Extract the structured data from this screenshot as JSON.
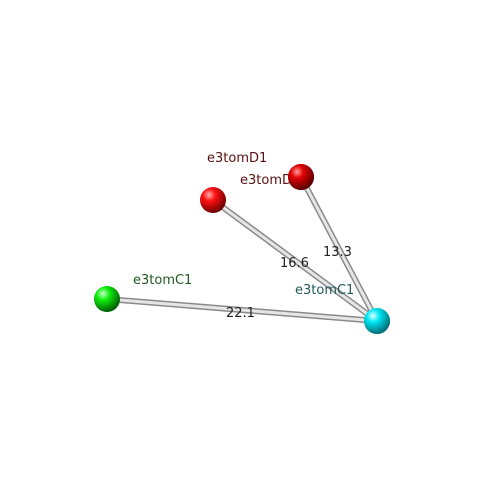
{
  "atoms": [
    {
      "id": "d1",
      "label": "e3tomD1",
      "color": "#ff0000",
      "label_color": "#5a1010"
    },
    {
      "id": "d2",
      "label": "e3tomD",
      "color": "#ee0000",
      "label_color": "#5a1010"
    },
    {
      "id": "c_green",
      "label": "e3tomC1",
      "color": "#00ee00",
      "label_color": "#1f5a1f"
    },
    {
      "id": "c_cyan",
      "label": "e3tomC1",
      "color": "#00e5f0",
      "label_color": "#1f5a5a"
    }
  ],
  "distances": [
    {
      "from": "d1",
      "to": "c_cyan",
      "value": "16.6"
    },
    {
      "from": "d2",
      "to": "c_cyan",
      "value": "13.3"
    },
    {
      "from": "c_green",
      "to": "c_cyan",
      "value": "22.1"
    }
  ]
}
